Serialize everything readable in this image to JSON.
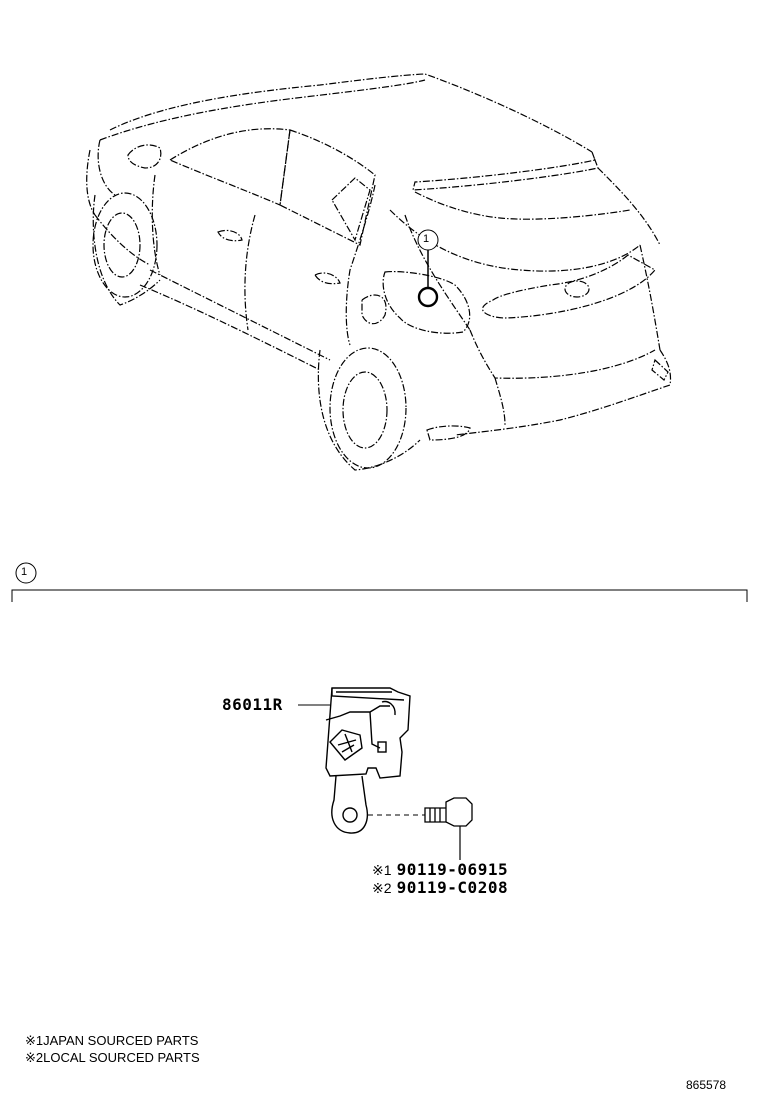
{
  "callout": {
    "number": "1"
  },
  "section": {
    "number": "1"
  },
  "part_main": {
    "number": "86011R"
  },
  "part_bolt": {
    "lines": [
      {
        "marker": "※1",
        "number": "90119-06915"
      },
      {
        "marker": "※2",
        "number": "90119-C0208"
      }
    ]
  },
  "notes": [
    {
      "marker": "※1",
      "text": "JAPAN SOURCED PARTS"
    },
    {
      "marker": "※2",
      "text": "LOCAL SOURCED PARTS"
    }
  ],
  "diagram_ref": "865578"
}
